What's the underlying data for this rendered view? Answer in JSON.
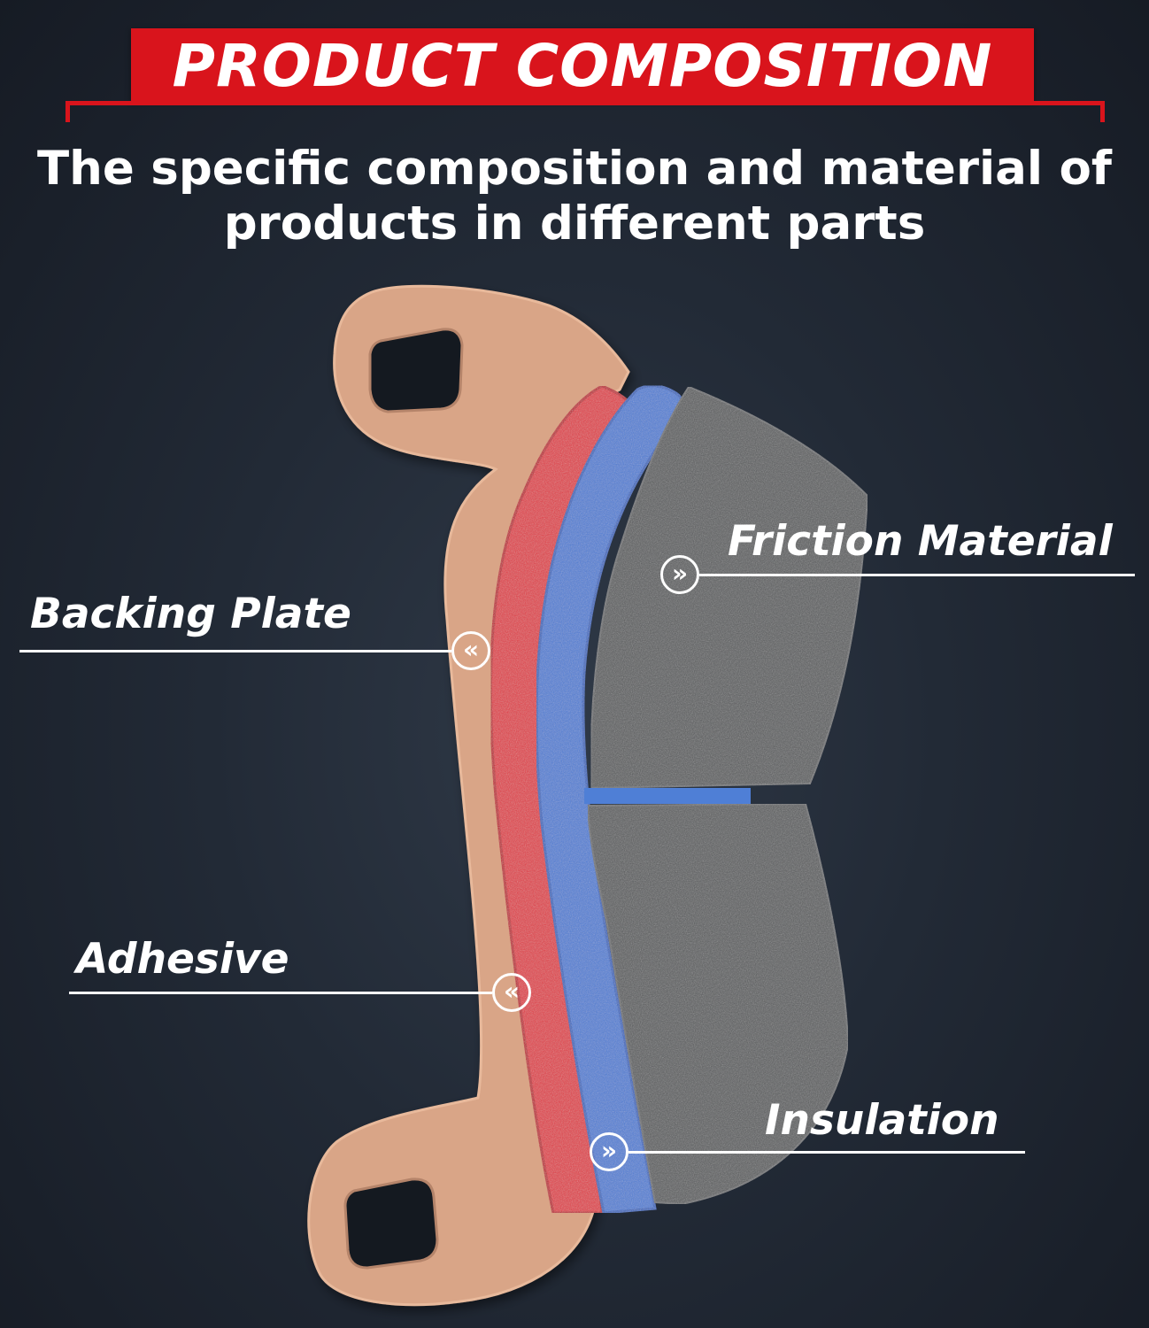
{
  "header": {
    "title": "PRODUCT COMPOSITION",
    "subtitle": "The specific composition and material of products in different parts"
  },
  "colors": {
    "banner_red": "#d9141c",
    "backing_plate": "#d9a587",
    "adhesive": "#e23a45",
    "insulation": "#4f7fd6",
    "friction_material": "#5c5d5f",
    "background": "#222a36"
  },
  "callouts": {
    "friction_material": {
      "label": "Friction Material",
      "marker_icon": "double-chevron-right-icon"
    },
    "backing_plate": {
      "label": "Backing Plate",
      "marker_icon": "double-chevron-left-icon"
    },
    "adhesive": {
      "label": "Adhesive",
      "marker_icon": "double-chevron-left-icon"
    },
    "insulation": {
      "label": "Insulation",
      "marker_icon": "double-chevron-right-icon"
    }
  }
}
